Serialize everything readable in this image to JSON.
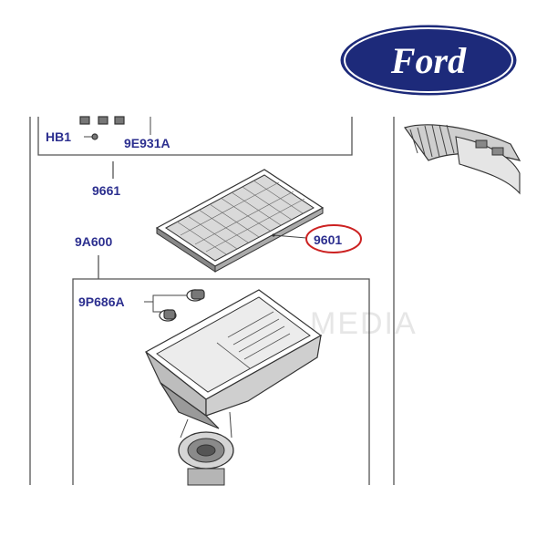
{
  "brand": {
    "logo_text": "Ford",
    "logo_color": "#1d2a7a",
    "label_color": "#2c2f8f",
    "highlight_color": "#cc2222"
  },
  "watermark": "MEDIA",
  "labels": {
    "hb1": "HB1",
    "p9e931a": "9E931A",
    "p9661": "9661",
    "p9601": "9601",
    "p9a600": "9A600",
    "p9p686a": "9P686A"
  }
}
